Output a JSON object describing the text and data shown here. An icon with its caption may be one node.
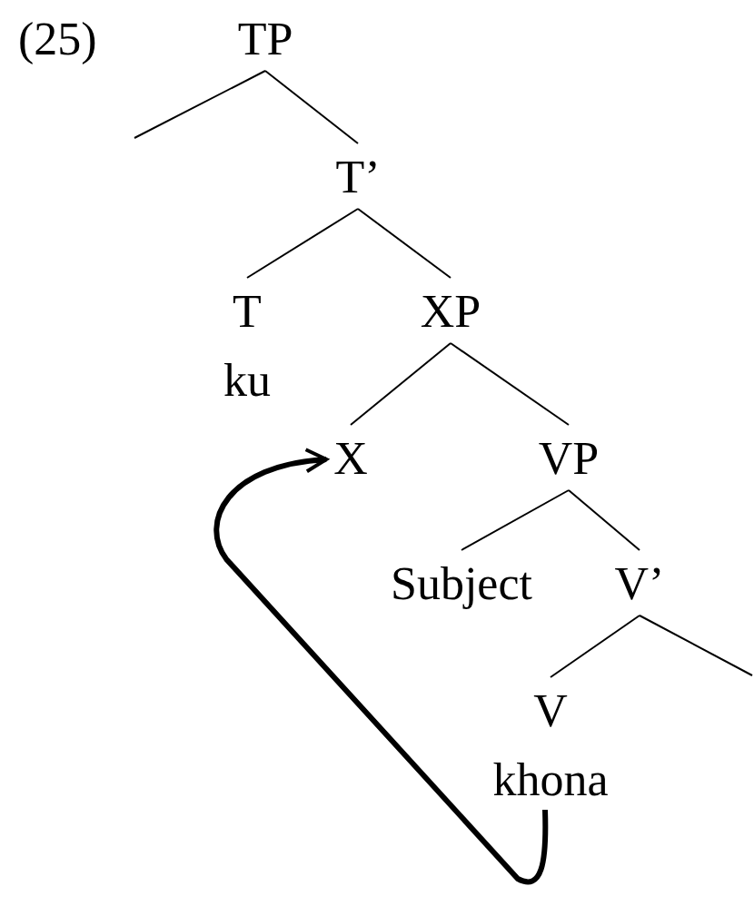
{
  "diagram": {
    "nodes": [
      {
        "text": [
          "TP"
        ]
      },
      {
        "text": [
          "T’"
        ]
      },
      {
        "text": [
          "T",
          "ku"
        ]
      },
      {
        "text": [
          "XP"
        ]
      },
      {
        "text": [
          "X"
        ]
      },
      {
        "text": [
          "VP"
        ]
      },
      {
        "text": [
          "Subject"
        ]
      },
      {
        "text": [
          "V’"
        ]
      },
      {
        "text": [
          "V",
          "khona"
        ]
      }
    ],
    "edges": [
      {
        "from": 0,
        "to": null,
        "arrow": "none"
      },
      {
        "from": 0,
        "to": 1,
        "arrow": "none"
      },
      {
        "from": 1,
        "to": 2,
        "arrow": "none"
      },
      {
        "from": 1,
        "to": 3,
        "arrow": "none"
      },
      {
        "from": 3,
        "to": 4,
        "arrow": "none"
      },
      {
        "from": 3,
        "to": 5,
        "arrow": "none"
      },
      {
        "from": 5,
        "to": 6,
        "arrow": "none"
      },
      {
        "from": 5,
        "to": 7,
        "arrow": "none"
      },
      {
        "from": 7,
        "to": 8,
        "arrow": "none"
      },
      {
        "from": 7,
        "to": null,
        "arrow": "none"
      },
      {
        "from": 8,
        "to": 4,
        "arrow": "to",
        "style": "thick"
      }
    ],
    "labels": [
      "(25)"
    ]
  }
}
